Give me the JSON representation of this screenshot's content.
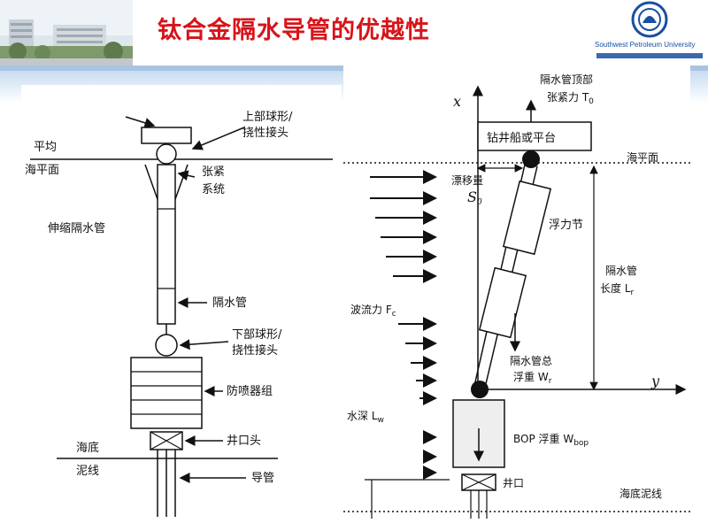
{
  "slide": {
    "title": "钛合金隔水导管的优越性",
    "university": "Southwest Petroleum University"
  },
  "left_diagram": {
    "labels": {
      "upper_joint": [
        "上部球形/",
        "挠性接头"
      ],
      "mean_sea_level": [
        "平均",
        "海平面"
      ],
      "tension_system": [
        "张紧",
        "系统"
      ],
      "telescopic_riser": "伸缩隔水管",
      "riser": "隔水管",
      "lower_joint": [
        "下部球形/",
        "挠性接头"
      ],
      "bop_stack": "防喷器组",
      "wellhead": "井口头",
      "mudline": [
        "海底",
        "泥线"
      ],
      "conductor": "导管"
    }
  },
  "right_diagram": {
    "labels": {
      "x_axis": "x",
      "y_axis": "y",
      "top_tension": "隔水管顶部",
      "top_tension_2": "张紧力 T",
      "top_tension_sub": "0",
      "platform": "钻井船或平台",
      "sea_level": "海平面",
      "offset": "漂移量",
      "offset_sym": "S",
      "offset_sub": "0",
      "buoyancy_section": "浮力节",
      "riser_length": "隔水管",
      "riser_length_2": "长度 L",
      "riser_length_sub": "r",
      "current_force": "波流力 F",
      "current_force_sub": "c",
      "riser_buoyancy": "隔水管总",
      "riser_buoyancy_2": "浮重 W",
      "riser_buoyancy_sub": "r",
      "water_depth": "水深 L",
      "water_depth_sub": "w",
      "bop_weight": "BOP 浮重 W",
      "bop_weight_sub": "bop",
      "wellhead": "井口",
      "mudline": "海底泥线"
    }
  },
  "colors": {
    "title": "#d7141a",
    "band": "#c8dbef",
    "university": "#1a4fa0"
  }
}
